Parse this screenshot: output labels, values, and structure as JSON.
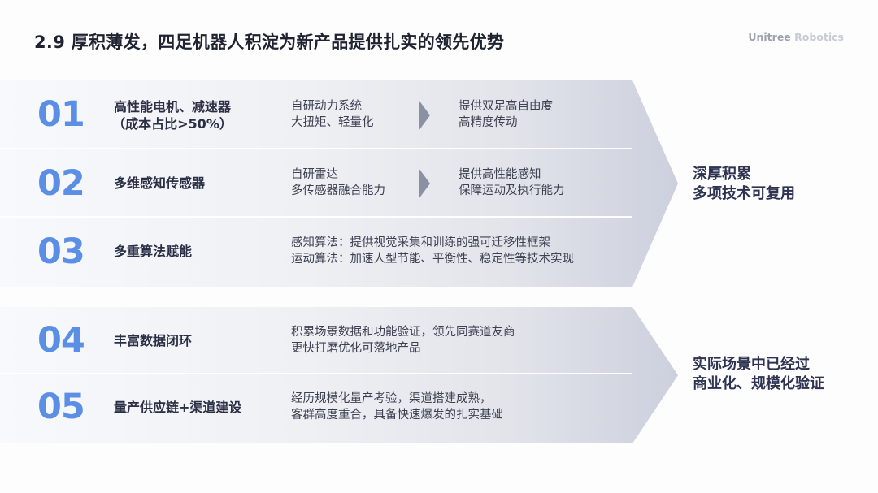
{
  "header": {
    "title": "2.9 厚积薄发，四足机器人积淀为新产品提供扎实的领先优势",
    "brand_part1": "Unitree",
    "brand_part2": "Robotics"
  },
  "colors": {
    "number_accent": "#5b8fe6",
    "title_text": "#1f2230",
    "band_light": "#f7f8fb",
    "band_dark": "#cfd2de",
    "arrow_marker": "#8c90a3"
  },
  "group1": {
    "rows": [
      {
        "number": "01",
        "name_line1": "高性能电机、减速器",
        "name_line2": "（成本占比>50%）",
        "desc_line1": "自研动力系统",
        "desc_line2": "大扭矩、轻量化",
        "result_line1": "提供双足高自由度",
        "result_line2": "高精度传动"
      },
      {
        "number": "02",
        "name_line1": "多维感知传感器",
        "desc_line1": "自研雷达",
        "desc_line2": "多传感器融合能力",
        "result_line1": "提供高性能感知",
        "result_line2": "保障运动及执行能力"
      },
      {
        "number": "03",
        "name_line1": "多重算法赋能",
        "desc_line1": "感知算法：提供视觉采集和训练的强可迁移性框架",
        "desc_line2": "运动算法：加速人型节能、平衡性、稳定性等技术实现"
      }
    ],
    "conclusion_line1": "深厚积累",
    "conclusion_line2": "多项技术可复用"
  },
  "group2": {
    "rows": [
      {
        "number": "04",
        "name_line1": "丰富数据闭环",
        "desc_line1": "积累场景数据和功能验证，领先同赛道友商",
        "desc_line2": "更快打磨优化可落地产品"
      },
      {
        "number": "05",
        "name_line1": "量产供应链+渠道建设",
        "desc_line1": "经历规模化量产考验，渠道搭建成熟，",
        "desc_line2": "客群高度重合，具备快速爆发的扎实基础"
      }
    ],
    "conclusion_line1": "实际场景中已经过",
    "conclusion_line2": "商业化、规模化验证"
  }
}
